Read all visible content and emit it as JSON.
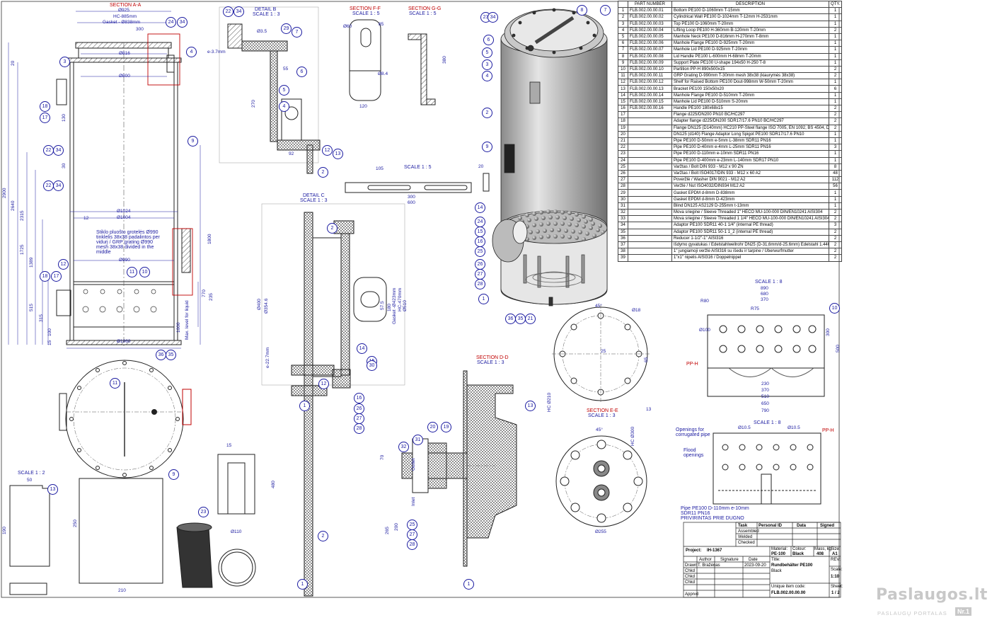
{
  "views": {
    "section_aa": "SECTION A-A",
    "detail_b": "DETAIL B",
    "detail_b_scale": "SCALE 1 : 3",
    "section_ff": "SECTION F-F",
    "section_ff_scale": "SCALE 1 : 5",
    "section_gg": "SECTION G-G",
    "section_gg_scale": "SCALE 1 : 5",
    "detail_c": "DETAIL C",
    "detail_c_scale": "SCALE 1 : 3",
    "scale_15": "SCALE 1 : 5",
    "section_dd": "SECTION D-D",
    "section_dd_scale": "SCALE 1 : 3",
    "section_ee": "SECTION E-E",
    "section_ee_scale": "SCALE 1 : 3",
    "scale_18a": "SCALE 1 : 8",
    "scale_18b": "SCALE 1 : 8",
    "scale_12": "SCALE 1 : 2"
  },
  "notes": {
    "grating_lt": "Stiklo pluošto grotelės Ø990",
    "grating_lt2": "tinklelis 38x38 padalintos per",
    "grating_lt3": "vidurį / GRP grating  Ø990",
    "grating_en": "mesh 38x38 divided in the",
    "grating_en2": "middle",
    "max_level": "Max. level for liquid",
    "openings1": "Openings for",
    "openings2": "corrugated pipe",
    "flood1": "Flood",
    "flood2": "openings",
    "pipe1": "Pipe PE100 D-110mm e-10mm",
    "pipe2": "SDR11 PN16",
    "pipe3": "PRIVIRINTAS PRIE DUGNO",
    "pp_h1": "PP-H",
    "pp_h2": "PP-H",
    "outlet": "Outlet",
    "inlet": "Inlet"
  },
  "dims": {
    "d925": "Ø925",
    "hc885": "HC-885mm",
    "gasket838": "Gasket - Ø838mm",
    "d300": "300",
    "d816": "Ø816",
    "d800": "Ø800",
    "d1024": "Ø1024",
    "d1004": "Ø1004",
    "d990": "Ø990",
    "d1060": "Ø1060",
    "h2900": "2900",
    "h2640": "2640",
    "h2315": "2315",
    "h1725": "1725",
    "h1389": "1389",
    "h1800": "1800",
    "h515": "515",
    "h315": "315",
    "h100": "100",
    "h15": "15",
    "h20": "20",
    "h12": "12",
    "h30": "30",
    "h130": "130",
    "h770": "770",
    "h1000": "1000",
    "h235": "235",
    "d_e37": "e-3.7mm",
    "d35b": "Ø3.5",
    "d55": "55",
    "d270": "270",
    "d92": "92",
    "d60": "Ø60",
    "d85": "85",
    "d120": "120",
    "d380": "380",
    "d84": "Ø8.4",
    "d105": "105",
    "d20b": "20",
    "d300b": "300",
    "d600": "600",
    "d400": "Ø400",
    "d354": "Ø354.6",
    "d510": "Ø510",
    "gasket423": "Gasket -Ø423mm",
    "hc470": "HC-470mm",
    "d180": "180",
    "d575": "57.5",
    "e22": "e-22.7mm",
    "d480": "480",
    "d15c": "15",
    "d110": "Ø110",
    "d210": "210",
    "d250": "250",
    "d190": "190",
    "d50": "50",
    "d70": "70",
    "d265": "265",
    "d200": "200",
    "d45a": "45°",
    "d45b": "45°",
    "d255": "Ø255",
    "hc210": "HC Ø210",
    "hc300": "HC Ø300",
    "d18": "Ø18",
    "d890": "890",
    "d680": "680",
    "d370": "370",
    "r80": "R80",
    "r75": "R75",
    "d100": "Ø100",
    "d300c": "300",
    "d500": "500",
    "d230": "230",
    "d370b": "370",
    "d510b": "510",
    "d650": "650",
    "d790": "790",
    "d105b": "Ø10.5",
    "d105c": "Ø10.5",
    "d25": "25",
    "d65": "65",
    "d13": "13"
  },
  "bom": {
    "headers": [
      "",
      "PART NUMBER",
      "DESCRIPTION",
      "QTY."
    ],
    "rows": [
      [
        "1",
        "FLB.002.00.00.01",
        "Bottom PE100 D-1060mm T-15mm",
        "1"
      ],
      [
        "2",
        "FLB.002.00.00.02",
        "Cylindrical Wall PE100 D-1024mm T-12mm H-2531mm",
        "1"
      ],
      [
        "3",
        "FLB.002.00.00.03",
        "Top PE100 D-1060mm T-20mm",
        "1"
      ],
      [
        "4",
        "FLB.002.00.00.04",
        "Lifting Loop PE100 H-360mm B-120mm T-20mm",
        "2"
      ],
      [
        "5",
        "FLB.002.00.00.05",
        "Manhole Neck PE100 D-816mm H-270mm T-8mm",
        "1"
      ],
      [
        "6",
        "FLB.002.00.00.06",
        "Manhole Flange PE100 D-925mm T-20mm",
        "1"
      ],
      [
        "7",
        "FLB.002.00.00.07",
        "Manhole Lid PE100 D-925mm T-20mm",
        "1"
      ],
      [
        "8",
        "FLB.002.00.00.08",
        "Lid Handle PE100 L-600mm H-68mm T-20mm",
        "1"
      ],
      [
        "9",
        "FLB.002.00.00.09",
        "Support Plate PE100 U-shape 194x50 H-250 T-8",
        "1"
      ],
      [
        "10",
        "FLB.002.00.00.10",
        "Partition PP-H 890x500x15",
        "2"
      ],
      [
        "11",
        "FLB.002.00.00.11",
        "GRP Grating D-990mm T-30mm mesh 38x38 (kiaurymės 38x38)",
        "2"
      ],
      [
        "12",
        "FLB.002.00.00.12",
        "Shelf for Raised Bottom PE100 Dout-998mm W-50mm T-20mm",
        "1"
      ],
      [
        "13",
        "FLB.002.00.00.13",
        "Bracket PE100 150x50x20",
        "6"
      ],
      [
        "14",
        "FLB.002.00.00.14",
        "Manhole Flange PE100 D-510mm T-20mm",
        "1"
      ],
      [
        "15",
        "FLB.002.00.00.15",
        "Manhole Lid PE100 D-510mm S-20mm",
        "1"
      ],
      [
        "16",
        "FLB.002.00.00.16",
        "Handle PE100 180x68x15",
        "2"
      ],
      [
        "17",
        "",
        "Flange d225/DN200 PN10 BC/HC297",
        "2"
      ],
      [
        "18",
        "",
        "Adapter flange d225/DN200 SDR17/17.6 PN10 BC/HC297",
        "2"
      ],
      [
        "19",
        "",
        "Flange DN125 (D140mm) HC210 PP-Steel flange ISO 7005, EN 1092, BS 4504, DIN 2501 PN10",
        "2"
      ],
      [
        "20",
        "",
        "DN125 (d140) Flange Adaptor Long Spigot PE100 SDR17/17.6 PN10",
        "1"
      ],
      [
        "21",
        "",
        "Pipe PE100 D-50mm e-5mm L-38mm SDR11 PN16",
        "1"
      ],
      [
        "22",
        "",
        "Pipe PE100 D-40mm e-4mm L-25mm SDR11 PN16",
        "3"
      ],
      [
        "23",
        "",
        "Pipe PE100 D-110mm e-10mm SDR11 PN16",
        "1"
      ],
      [
        "24",
        "",
        "Pipe PE100 D-400mm e-23mm L-140mm SDR17 PN10",
        "1"
      ],
      [
        "25",
        "",
        "Varžtas / Bolt DIN 933 - M12 x 90 ZN",
        "8"
      ],
      [
        "26",
        "",
        "Varžtas / Bolt ISO4017/DIN 933 - M12 x 60 A2",
        "48"
      ],
      [
        "27",
        "",
        "Poveržlė / Washer DIN 9021 - M12 A2",
        "112"
      ],
      [
        "28",
        "",
        "Veržlė / Nut ISO4032/DIN934 M12 A2",
        "56"
      ],
      [
        "29",
        "",
        "Gasket EPDM d-8mm D-838mm",
        "1"
      ],
      [
        "30",
        "",
        "Gasket EPDM d-8mm D-423mm",
        "1"
      ],
      [
        "31",
        "",
        "Blind DN125 AS2129 D-255mm t-13mm",
        "1"
      ],
      [
        "32",
        "",
        "Mova sriegine / Sleeve Threaded 1\" HECO MU-100-000 DIN/EN10241 AISI304",
        "2"
      ],
      [
        "33",
        "",
        "Mova sriegine / Sleeve Threaded 1 1/4\" HECO MU-100-000 DIN/EN10241 AISI304",
        "2"
      ],
      [
        "34",
        "",
        "Adaptor PE100 SDR11 40-1 1/4\" (internal PE thread)",
        "3"
      ],
      [
        "35",
        "",
        "Adaptor PE100 SDR11 50-1 1_2 (internal PE thread)",
        "2"
      ],
      [
        "36",
        "",
        "Reducer 1-1/2\"-1\" AISI316",
        "2"
      ],
      [
        "37",
        "",
        "Išdymo gyvatukas / Edelstahlwellrohr DN25 (D-31,6mm/d-25.6mm)  Edelstahl 1.4404 (AISI 316L)",
        "2"
      ],
      [
        "38",
        "",
        "1\" jungiamoji veržlė AISI316 su išedu ir tarpine / Überwurfmutter",
        "2"
      ],
      [
        "39",
        "",
        "1\"x1\" nipelis AISI316 / Doppelnippel",
        "2"
      ]
    ]
  },
  "titleblock": {
    "task": "Task",
    "personal_id": "Personal ID",
    "data": "Data",
    "signed": "Signed",
    "assembled": "Assembled",
    "welded": "Welded",
    "checked": "Checked",
    "project_label": "Project:",
    "project": "IH-1367",
    "material_label": "Material:",
    "material": "PE-100",
    "colour_label": "Colour:",
    "colour": "Black",
    "mass_label": "Mass, kg",
    "mass": "408",
    "size_label": "Size:",
    "size": "A1",
    "rev_label": "REV:",
    "author": "Author",
    "signature": "Signature",
    "date": "Date",
    "drawn": "Drawn",
    "drawn_name": "T. Bražėnas",
    "drawn_date": "2023-09-20",
    "chkd1": "Chkd",
    "chkd2": "Chkd",
    "chkd3": "Chkd",
    "apprvd": "Apprvd",
    "title_label": "Title:",
    "title": "Rundbehälter PE100",
    "title2": "Black",
    "scale_label": "Scale:",
    "scale": "1:10",
    "code_label": "Unique item code:",
    "code": "FLB.002.00.00.00",
    "sheet_label": "Sheet:",
    "sheet": "1 / 2"
  },
  "watermark": {
    "brand": "Paslaugos.lt",
    "sub": "PASLAUGŲ PORTALAS",
    "badge": "Nr.1"
  }
}
